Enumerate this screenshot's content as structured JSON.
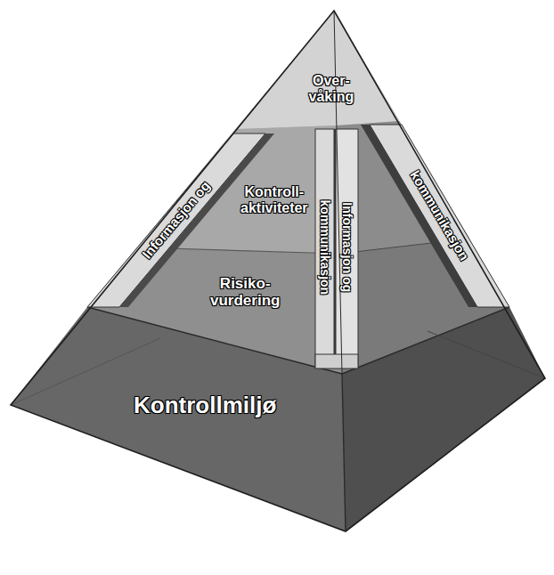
{
  "diagram": {
    "nodes": [
      {
        "text": [
          "Over- våking"
        ]
      },
      {
        "text": [
          "Informasjon og"
        ]
      },
      {
        "text": [
          "Kontroll- aktiviteter"
        ]
      },
      {
        "text": [
          "kommunikasjon"
        ]
      },
      {
        "text": [
          "Informasjon og"
        ]
      },
      {
        "text": [
          "kommunikasjon"
        ]
      },
      {
        "text": [
          "Risiko- vurdering"
        ]
      },
      {
        "text": [
          "Kontrollmiljø"
        ]
      }
    ]
  }
}
